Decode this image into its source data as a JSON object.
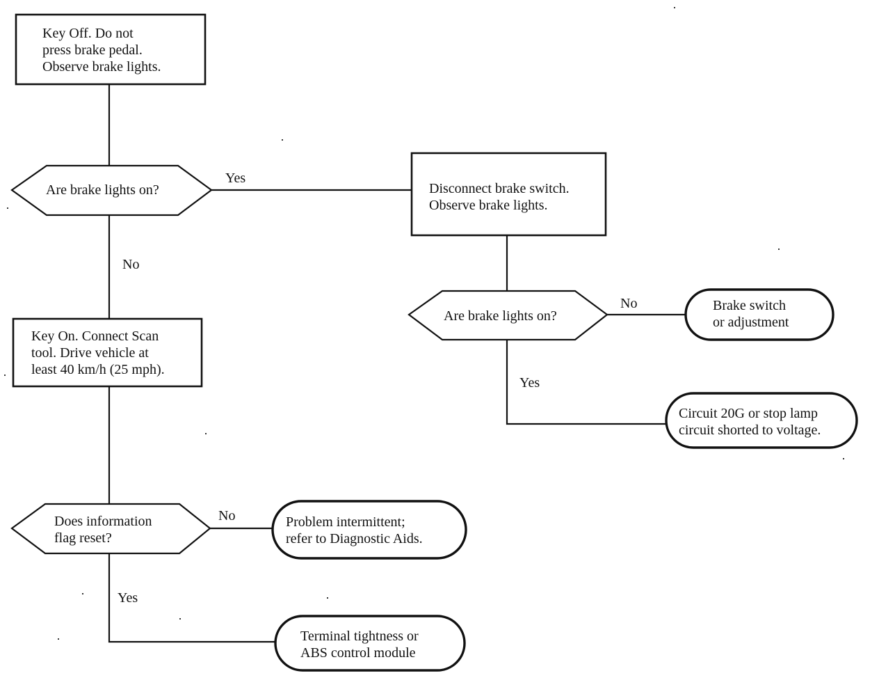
{
  "nodes": {
    "step1": {
      "lines": [
        "Key Off.  Do not",
        "press brake pedal.",
        "Observe brake lights."
      ]
    },
    "decision1": {
      "lines": [
        "Are brake lights on?"
      ]
    },
    "step2": {
      "lines": [
        "Disconnect brake switch.",
        "Observe brake lights."
      ]
    },
    "decision2": {
      "lines": [
        "Are brake lights on?"
      ]
    },
    "end_switch": {
      "lines": [
        "Brake switch",
        "or adjustment"
      ]
    },
    "end_circuit": {
      "lines": [
        "Circuit 20G or stop lamp",
        "circuit shorted to voltage."
      ]
    },
    "step3": {
      "lines": [
        "Key On.  Connect Scan",
        "tool.  Drive vehicle at",
        "least 40 km/h (25 mph)."
      ]
    },
    "decision3": {
      "lines": [
        "Does information",
        "flag reset?"
      ]
    },
    "end_intermittent": {
      "lines": [
        "Problem intermittent;",
        "refer to Diagnostic Aids."
      ]
    },
    "end_terminal": {
      "lines": [
        "Terminal tightness or",
        "ABS control module"
      ]
    }
  },
  "edges": {
    "d1_yes": "Yes",
    "d1_no": "No",
    "d2_no": "No",
    "d2_yes": "Yes",
    "d3_no": "No",
    "d3_yes": "Yes"
  }
}
